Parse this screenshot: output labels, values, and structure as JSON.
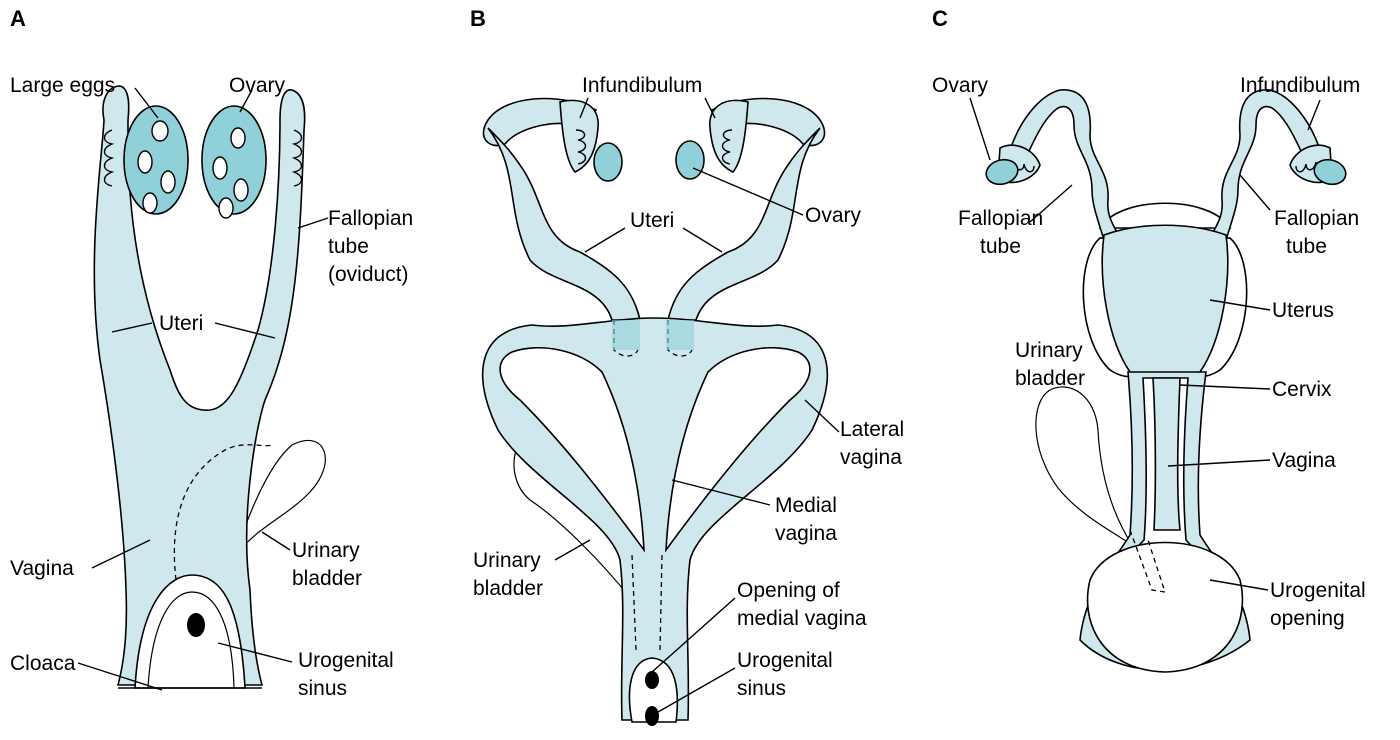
{
  "panels": [
    {
      "letter": "A",
      "labels": {
        "large_eggs": "Large eggs",
        "ovary": "Ovary",
        "fallopian_1": "Fallopian",
        "fallopian_2": "tube",
        "fallopian_3": "(oviduct)",
        "uteri": "Uteri",
        "vagina": "Vagina",
        "urinary_1": "Urinary",
        "urinary_2": "bladder",
        "cloaca": "Cloaca",
        "sinus_1": "Urogenital",
        "sinus_2": "sinus"
      }
    },
    {
      "letter": "B",
      "labels": {
        "infundibulum": "Infundibulum",
        "ovary": "Ovary",
        "uteri": "Uteri",
        "lateral_1": "Lateral",
        "lateral_2": "vagina",
        "medial_1": "Medial",
        "medial_2": "vagina",
        "urinary_1": "Urinary",
        "urinary_2": "bladder",
        "opening_1": "Opening of",
        "opening_2": "medial vagina",
        "sinus_1": "Urogenital",
        "sinus_2": "sinus"
      }
    },
    {
      "letter": "C",
      "labels": {
        "ovary": "Ovary",
        "infundibulum": "Infundibulum",
        "fallopian_l1": "Fallopian",
        "fallopian_l2": "tube",
        "fallopian_r1": "Fallopian",
        "fallopian_r2": "tube",
        "uterus": "Uterus",
        "urinary_1": "Urinary",
        "urinary_2": "bladder",
        "cervix": "Cervix",
        "vagina": "Vagina",
        "uro_1": "Urogenital",
        "uro_2": "opening"
      }
    }
  ],
  "colors": {
    "tissue": "#cfe8ee",
    "ovary": "#8fd0d9",
    "outline": "#000000"
  }
}
